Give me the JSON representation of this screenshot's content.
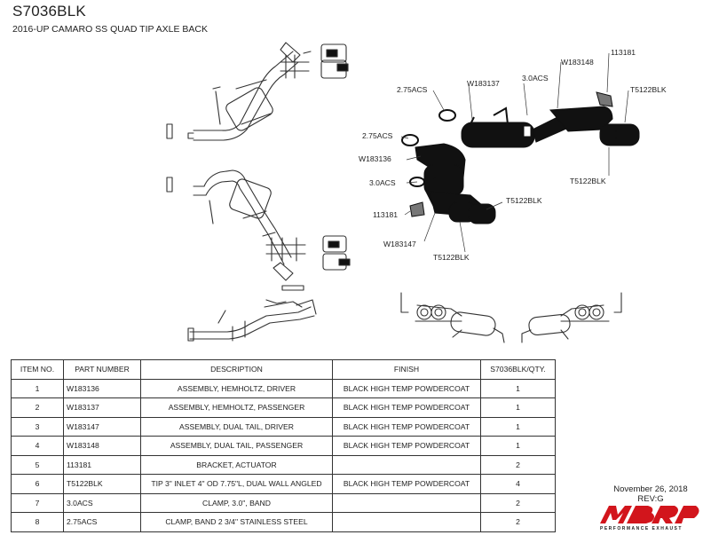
{
  "header": {
    "title": "S7036BLK",
    "subtitle": "2016-UP CAMARO SS QUAD TIP AXLE BACK"
  },
  "callouts": {
    "c_275acs_top": "2.75ACS",
    "c_w183137": "W183137",
    "c_30acs_top": "3.0ACS",
    "c_w183148": "W183148",
    "c_113181_top": "113181",
    "c_t5122blk_r": "T5122BLK",
    "c_275acs_mid": "2.75ACS",
    "c_w183136": "W183136",
    "c_30acs_mid": "3.0ACS",
    "c_113181_mid": "113181",
    "c_t5122blk_low": "T5122BLK",
    "c_t5122blk_r2": "T5122BLK",
    "c_w183147": "W183147",
    "c_t5122blk_bot": "T5122BLK"
  },
  "table": {
    "headers": [
      "ITEM NO.",
      "PART NUMBER",
      "DESCRIPTION",
      "FINISH",
      "S7036BLK/QTY."
    ],
    "rows": [
      [
        "1",
        "W183136",
        "ASSEMBLY, HEMHOLTZ, DRIVER",
        "BLACK HIGH TEMP POWDERCOAT",
        "1"
      ],
      [
        "2",
        "W183137",
        "ASSEMBLY, HEMHOLTZ, PASSENGER",
        "BLACK HIGH TEMP POWDERCOAT",
        "1"
      ],
      [
        "3",
        "W183147",
        "ASSEMBLY, DUAL TAIL, DRIVER",
        "BLACK HIGH TEMP POWDERCOAT",
        "1"
      ],
      [
        "4",
        "W183148",
        "ASSEMBLY, DUAL TAIL, PASSENGER",
        "BLACK HIGH TEMP POWDERCOAT",
        "1"
      ],
      [
        "5",
        "113181",
        "BRACKET, ACTUATOR",
        "",
        "2"
      ],
      [
        "6",
        "T5122BLK",
        "TIP 3\" INLET 4\" OD 7.75\"L, DUAL WALL ANGLED",
        "BLACK HIGH TEMP POWDERCOAT",
        "4"
      ],
      [
        "7",
        "3.0ACS",
        "CLAMP, 3.0\", BAND",
        "",
        "2"
      ],
      [
        "8",
        "2.75ACS",
        "CLAMP, BAND 2 3/4\" STAINLESS STEEL",
        "",
        "2"
      ]
    ]
  },
  "footer": {
    "date": "November 26, 2018",
    "rev": "REV:G",
    "logo_text": "MBRP",
    "logo_sub": "PERFORMANCE EXHAUST"
  },
  "colors": {
    "line": "#333333",
    "black_part": "#111111",
    "logo_red": "#d2151c"
  }
}
